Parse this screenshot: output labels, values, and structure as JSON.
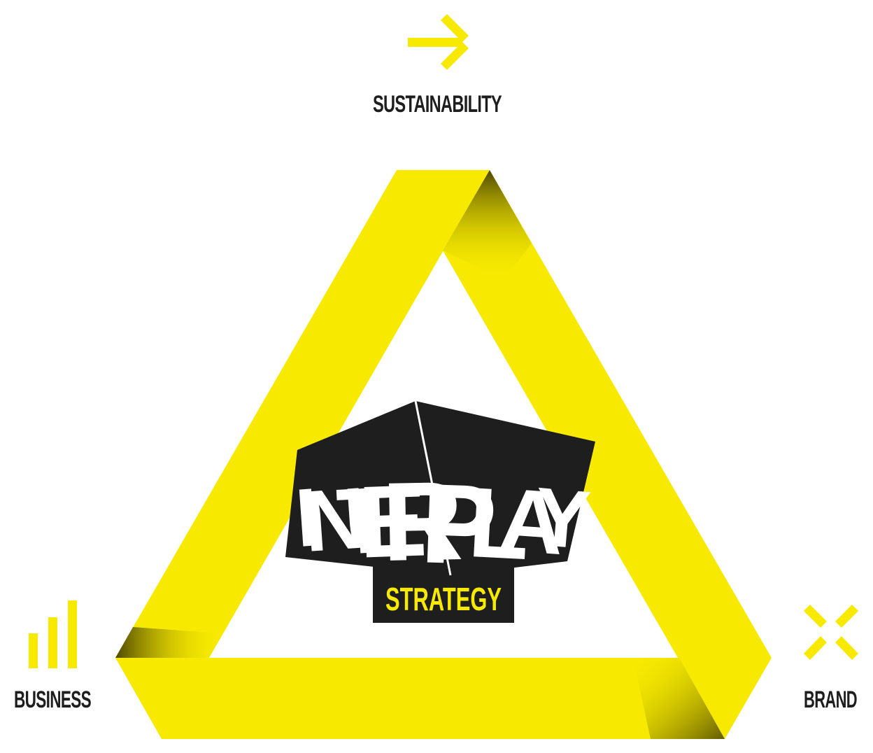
{
  "colors": {
    "accent": "#f7ea00",
    "dark": "#1e1e1e",
    "background": "#ffffff"
  },
  "labels": {
    "top": "SUSTAINABILITY",
    "bottom_left": "BUSINESS",
    "bottom_right": "BRAND"
  },
  "icons": {
    "top": "arrow-right-icon",
    "bottom_left": "bar-chart-icon",
    "bottom_right": "cross-x-icon"
  },
  "logo": {
    "word": "INTERPLAY",
    "subtitle": "STRATEGY"
  }
}
